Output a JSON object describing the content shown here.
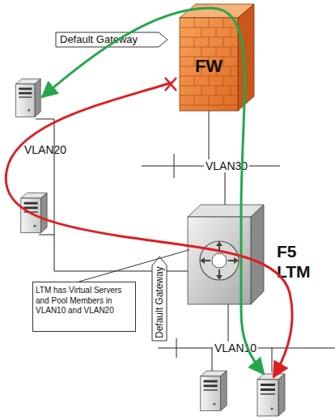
{
  "diagram": {
    "nodes": [
      {
        "text": [
          "Default Gateway"
        ]
      },
      {
        "text": [
          "FW"
        ]
      },
      {
        "text": [
          "F5 LTM"
        ]
      },
      {
        "text": [
          "LTM has Virtual Servers and Pool Members in VLAN10 and VLAN20"
        ]
      },
      {
        "text": [
          "Default Gateway"
        ]
      }
    ],
    "edges": [
      {
        "from": 3,
        "to": 2,
        "arrow": "none"
      }
    ],
    "labels": [
      "VLAN20",
      "VLAN30",
      "VLAN10"
    ]
  }
}
